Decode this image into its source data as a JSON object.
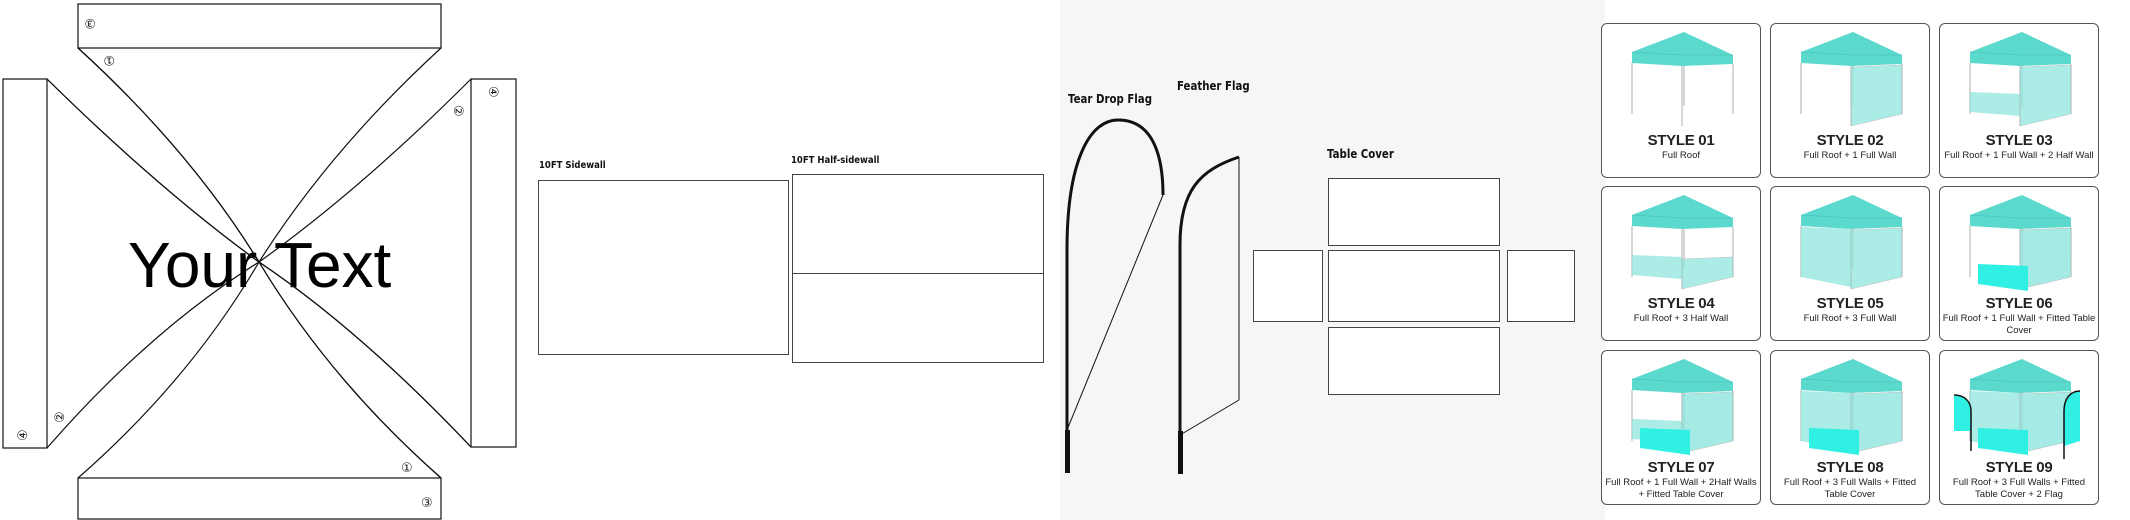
{
  "banner_template": {
    "center_text": "Your Text",
    "markers": [
      "③",
      "①",
      "②",
      "④",
      "②",
      "④",
      "①",
      "③"
    ]
  },
  "sidewalls": {
    "full_label": "10FT Sidewall",
    "half_label": "10FT Half-sidewall"
  },
  "flags": {
    "teardrop_label": "Tear Drop Flag",
    "feather_label": "Feather Flag"
  },
  "table_cover": {
    "label": "Table Cover"
  },
  "styles": [
    {
      "title": "STYLE 01",
      "desc": "Full Roof"
    },
    {
      "title": "STYLE 02",
      "desc": "Full Roof + 1 Full Wall"
    },
    {
      "title": "STYLE 03",
      "desc": "Full Roof + 1 Full Wall + 2 Half  Wall"
    },
    {
      "title": "STYLE 04",
      "desc": "Full Roof + 3 Half Wall"
    },
    {
      "title": "STYLE 05",
      "desc": "Full Roof + 3 Full Wall"
    },
    {
      "title": "STYLE 06",
      "desc": "Full Roof + 1 Full Wall + Fitted Table Cover"
    },
    {
      "title": "STYLE 07",
      "desc": "Full Roof + 1 Full Wall + 2Half  Walls + Fitted Table Cover"
    },
    {
      "title": "STYLE 08",
      "desc": "Full Roof + 3 Full Walls + Fitted Table Cover"
    },
    {
      "title": "STYLE 09",
      "desc": "Full Roof + 3 Full Walls + Fitted Table Cover + 2 Flag"
    }
  ],
  "colors": {
    "roof": "#5cd9cd",
    "wall": "#8fe6de",
    "table": "#2ff0e2"
  }
}
